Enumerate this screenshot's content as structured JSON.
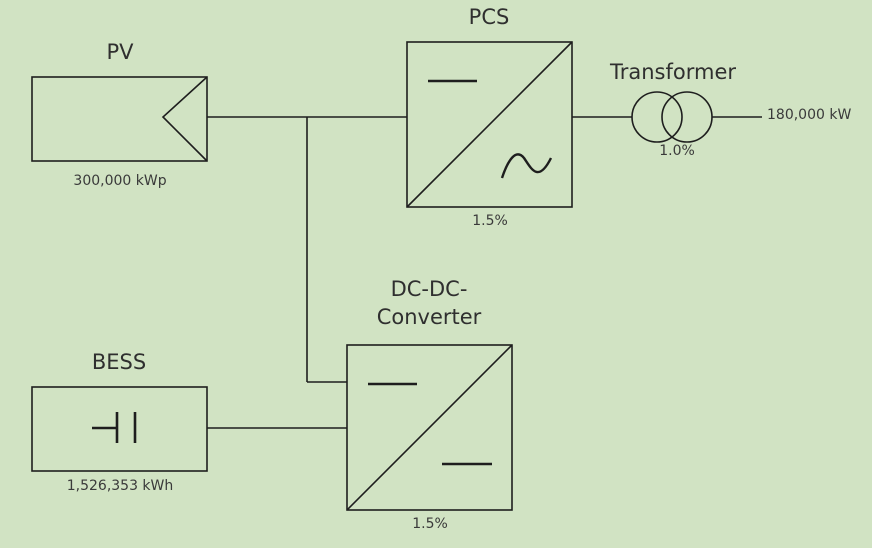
{
  "components": {
    "pv": {
      "title": "PV",
      "value": "300,000 kWp",
      "icon": "pv-generator-icon"
    },
    "pcs": {
      "title": "PCS",
      "value": "1.5%",
      "icon": "dc-ac-inverter-icon"
    },
    "transformer": {
      "title": "Transformer",
      "value": "1.0%",
      "icon": "transformer-icon"
    },
    "grid": {
      "value": "180,000 kW"
    },
    "dcdc": {
      "title": "DC-DC-\nConverter",
      "value": "1.5%",
      "icon": "dc-dc-converter-icon"
    },
    "bess": {
      "title": "BESS",
      "value": "1,526,353 kWh",
      "icon": "battery-icon"
    }
  },
  "colors": {
    "background": "#d1e3c3",
    "stroke": "#1e1e1e",
    "text": "#2f2f2f"
  }
}
